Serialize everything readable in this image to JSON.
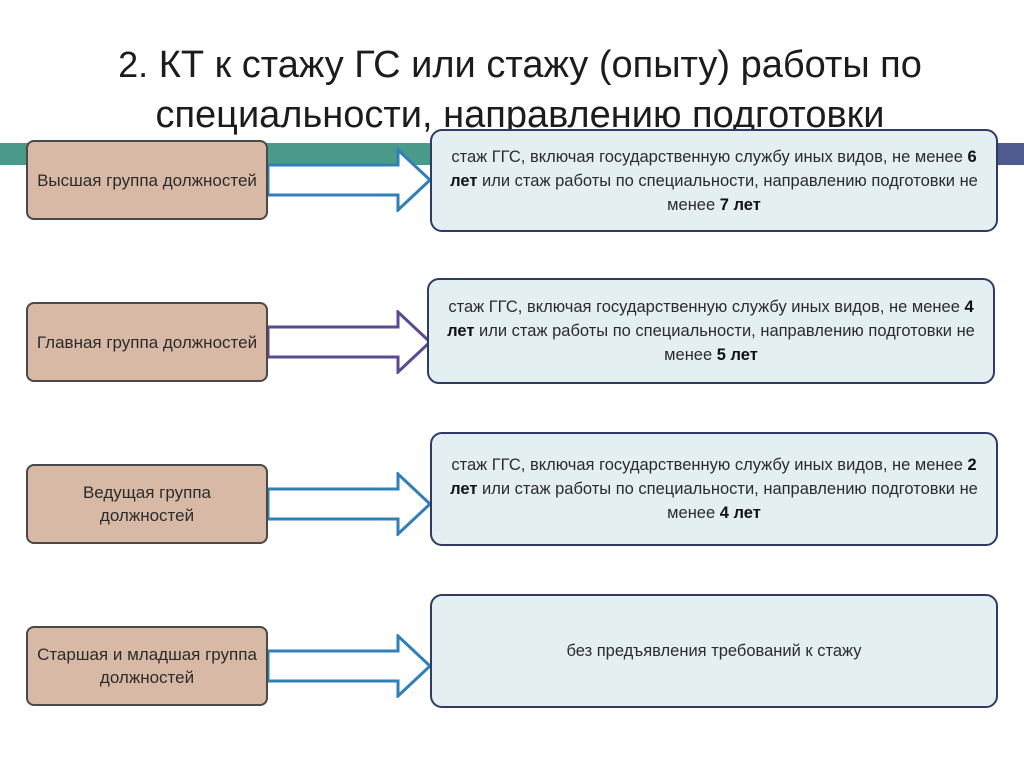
{
  "title": {
    "number": "2.",
    "line1": "КТ к стажу ГС или стажу (опыту) работы по",
    "line2": "специальности, направлению подготовки"
  },
  "rows": [
    {
      "group": "Высшая группа должностей",
      "requirement": {
        "p1": "стаж ГГС, включая государственную службу иных видов, не менее ",
        "b1": "6 лет",
        "p2": " или стаж работы по специальности, направлению подготовки не менее ",
        "b2": "7 лет"
      },
      "arrow_color": "#2f7fb8"
    },
    {
      "group": "Главная группа должностей",
      "requirement": {
        "p1": "стаж ГГС, включая государственную службу иных видов, не менее ",
        "b1": "4 лет",
        "p2": " или стаж работы по специальности, направлению подготовки не менее ",
        "b2": "5 лет"
      },
      "arrow_color": "#5b4a8f"
    },
    {
      "group": "Ведущая группа должностей",
      "requirement": {
        "p1": "стаж ГГС, включая государственную службу иных видов, не менее ",
        "b1": "2 лет",
        "p2": " или стаж работы по специальности, направлению подготовки не менее ",
        "b2": "4 лет"
      },
      "arrow_color": "#2f7fb8"
    },
    {
      "group": "Старшая и младшая группа должностей",
      "requirement": {
        "p1": "без предъявления требований к стажу",
        "b1": "",
        "p2": "",
        "b2": ""
      },
      "arrow_color": "#2f7fb8"
    }
  ]
}
